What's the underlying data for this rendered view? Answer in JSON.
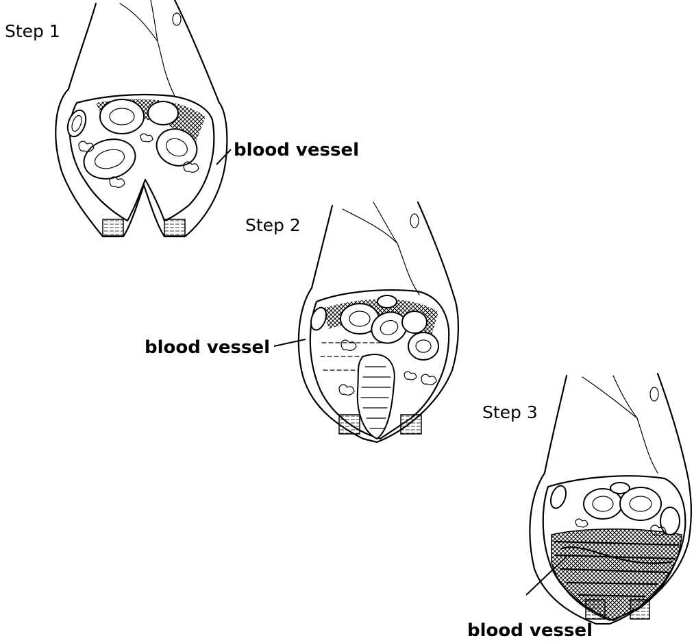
{
  "steps": [
    {
      "label": "Step 1",
      "callout": "blood vessel"
    },
    {
      "label": "Step 2",
      "callout": "blood vessel"
    },
    {
      "label": "Step 3",
      "callout": "blood vessel"
    }
  ],
  "colors": {
    "ink": "#000000",
    "background": "#ffffff"
  }
}
